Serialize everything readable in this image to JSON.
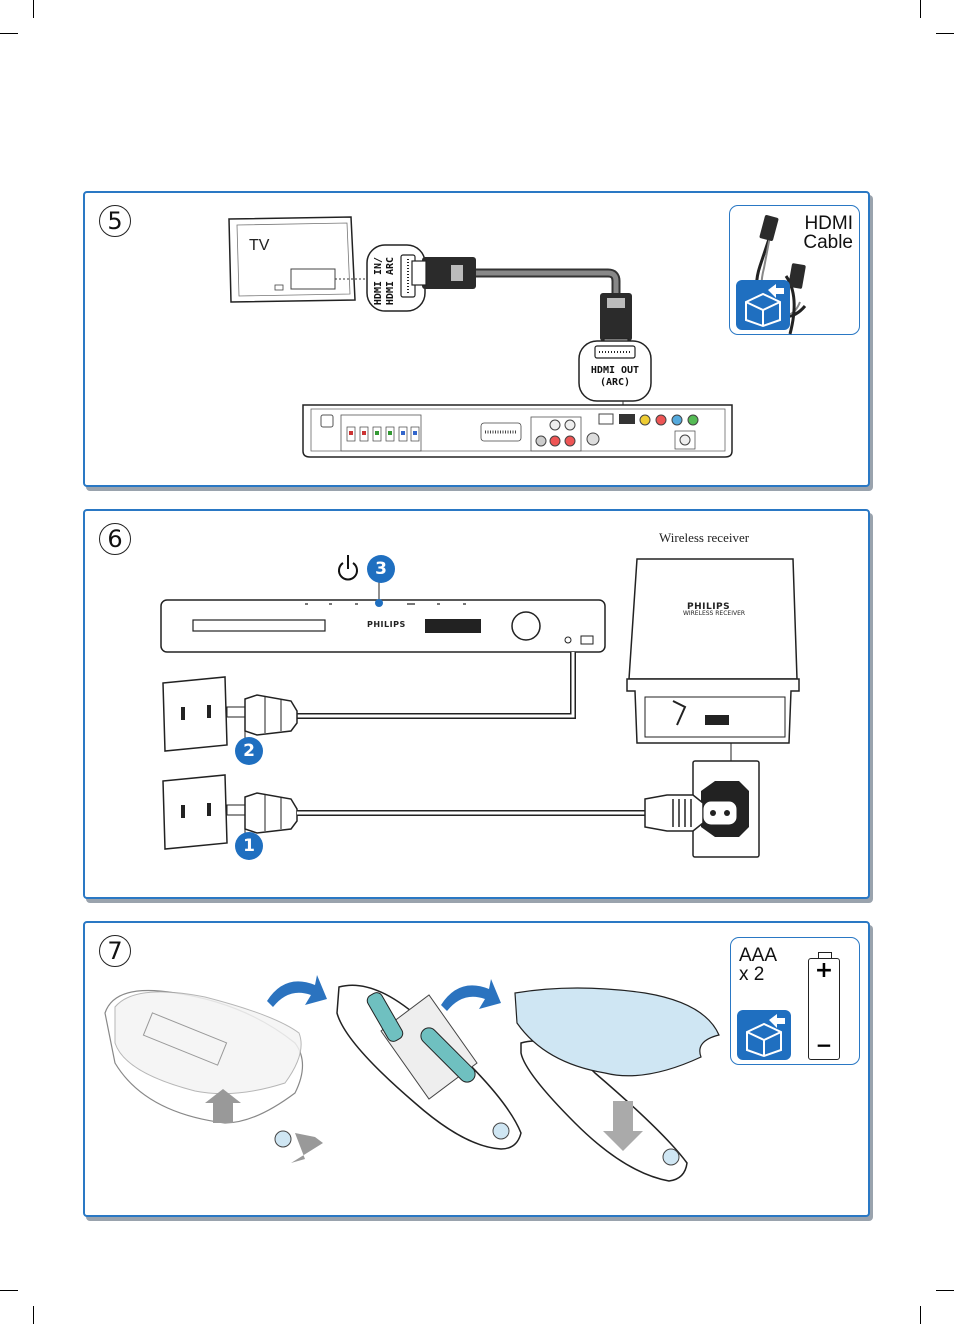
{
  "steps": [
    "5",
    "6",
    "7"
  ],
  "step5": {
    "tv_label": "TV",
    "hdmi_in_label_1": "HDMI IN/",
    "hdmi_in_label_2": "HDMI ARC",
    "hdmi_out_label_1": "HDMI OUT",
    "hdmi_out_label_2": "(ARC)",
    "accessory_line_1": "HDMI",
    "accessory_line_2": "Cable"
  },
  "step6": {
    "wireless_receiver_label": "Wireless receiver",
    "player_brand": "PHILIPS",
    "receiver_brand": "PHILIPS",
    "receiver_sub": "WIRELESS RECEIVER",
    "badges": [
      "3",
      "2",
      "1"
    ]
  },
  "step7": {
    "battery_line_1": "AAA",
    "battery_line_2": "x 2",
    "battery_plus": "+",
    "battery_minus": "−"
  },
  "colors": {
    "panel_border": "#2a78c4",
    "accent_blue": "#1f6fc0",
    "cover_fill": "#cfe6f3",
    "arrow_blue": "#2b73bf"
  },
  "icons": [
    "hdmi-cable-icon",
    "box-icon",
    "battery-icon",
    "power-icon"
  ]
}
